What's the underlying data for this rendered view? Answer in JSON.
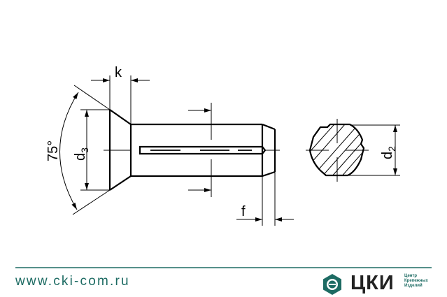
{
  "drawing": {
    "labels": {
      "k": "k",
      "angle": "75°",
      "d3": "d",
      "d3_sub": "3",
      "f": "f",
      "d2": "d",
      "d2_sub": "2"
    }
  },
  "footer": {
    "url": "www.cki-com.ru",
    "brand": "ЦКИ",
    "brand_sub": [
      "Центр",
      "Крепежных",
      "Изделий"
    ],
    "accent_color": "#1d6b63"
  }
}
